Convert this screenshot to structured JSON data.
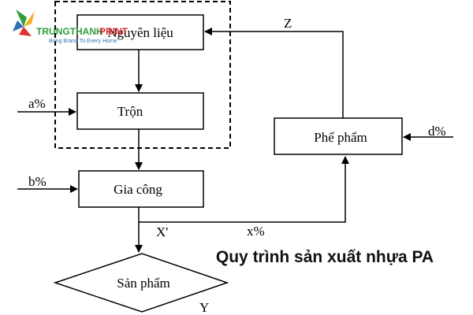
{
  "logo": {
    "name": "TRUNGTHANH",
    "accent": "PRINT",
    "tagline": "Bring Brand To Every Home"
  },
  "nodes": {
    "raw": "Nguyên liệu",
    "mix": "Trộn",
    "process": "Gia công",
    "product": "Sản phẩm",
    "scrap": "Phế phẩm"
  },
  "labels": {
    "a": "a%",
    "b": "b%",
    "d": "d%",
    "x": "x%",
    "xprime": "X'",
    "y": "Y",
    "z": "Z"
  },
  "title": "Quy trình sản xuất nhựa PA",
  "colors": {
    "logo_name": "#2e9e3e",
    "logo_accent": "#e02f2f",
    "logo_tagline": "#2e6fb7"
  }
}
